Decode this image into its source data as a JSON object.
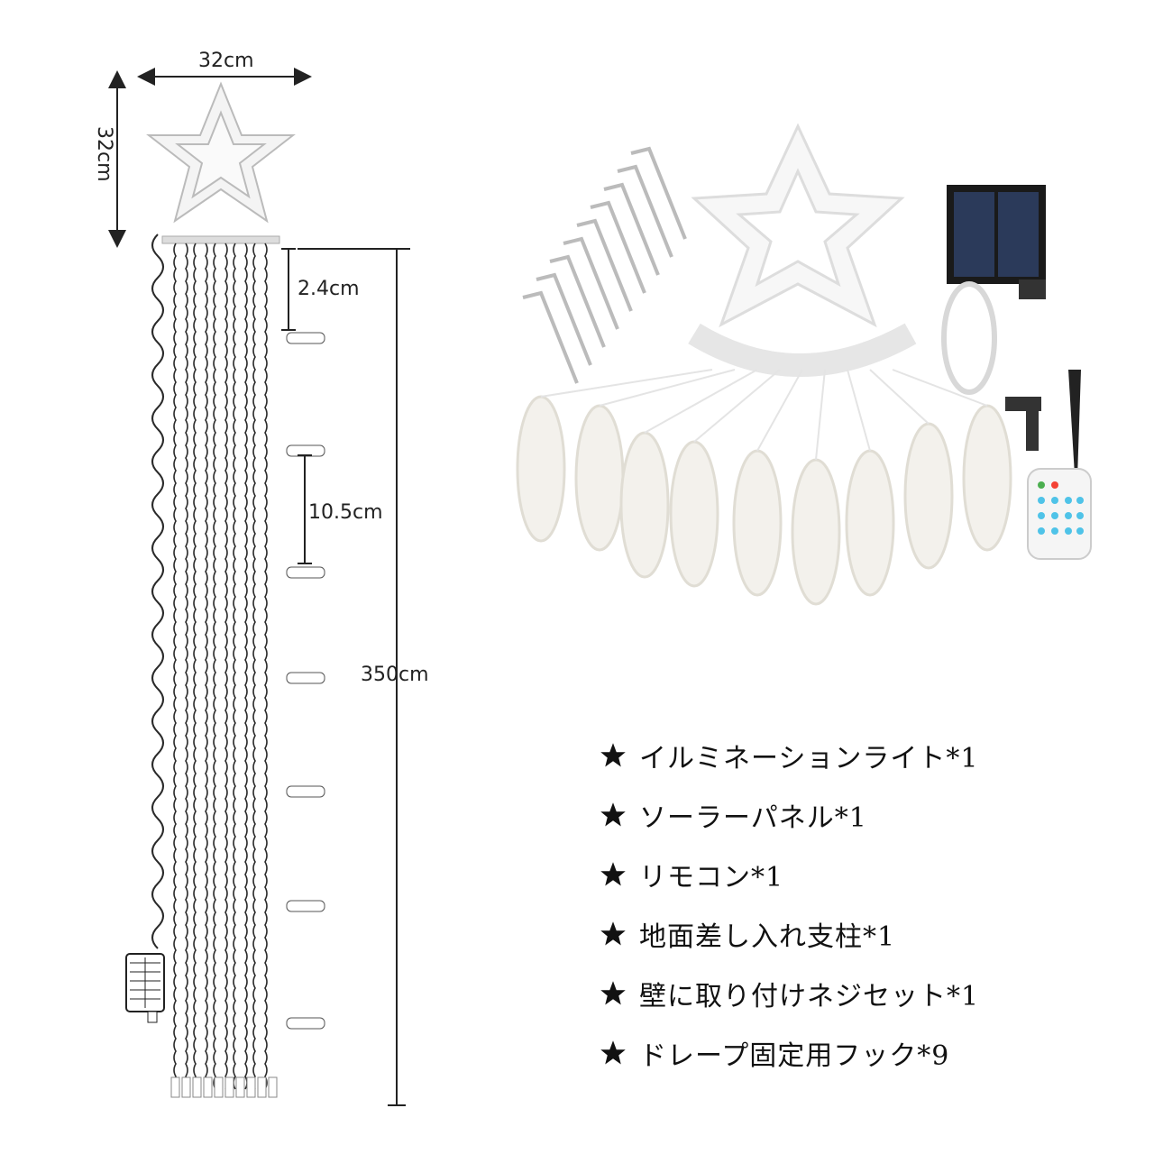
{
  "dimensions": {
    "width": "32cm",
    "height": "32cm",
    "star_gap": "2.4cm",
    "row_gap": "10.5cm",
    "total_length": "350cm"
  },
  "contents": [
    {
      "text": "イルミネーションライト*1"
    },
    {
      "text": "ソーラーパネル*1"
    },
    {
      "text": "リモコン*1"
    },
    {
      "text": "地面差し入れ支柱*1"
    },
    {
      "text": "壁に取り付けネジセット*1"
    },
    {
      "text": "ドレープ固定用フック*9"
    }
  ],
  "colors": {
    "text": "#222222",
    "wire": "#2a2a2a",
    "star": "#e8e8e8",
    "remote_blue": "#4fc3e8"
  }
}
